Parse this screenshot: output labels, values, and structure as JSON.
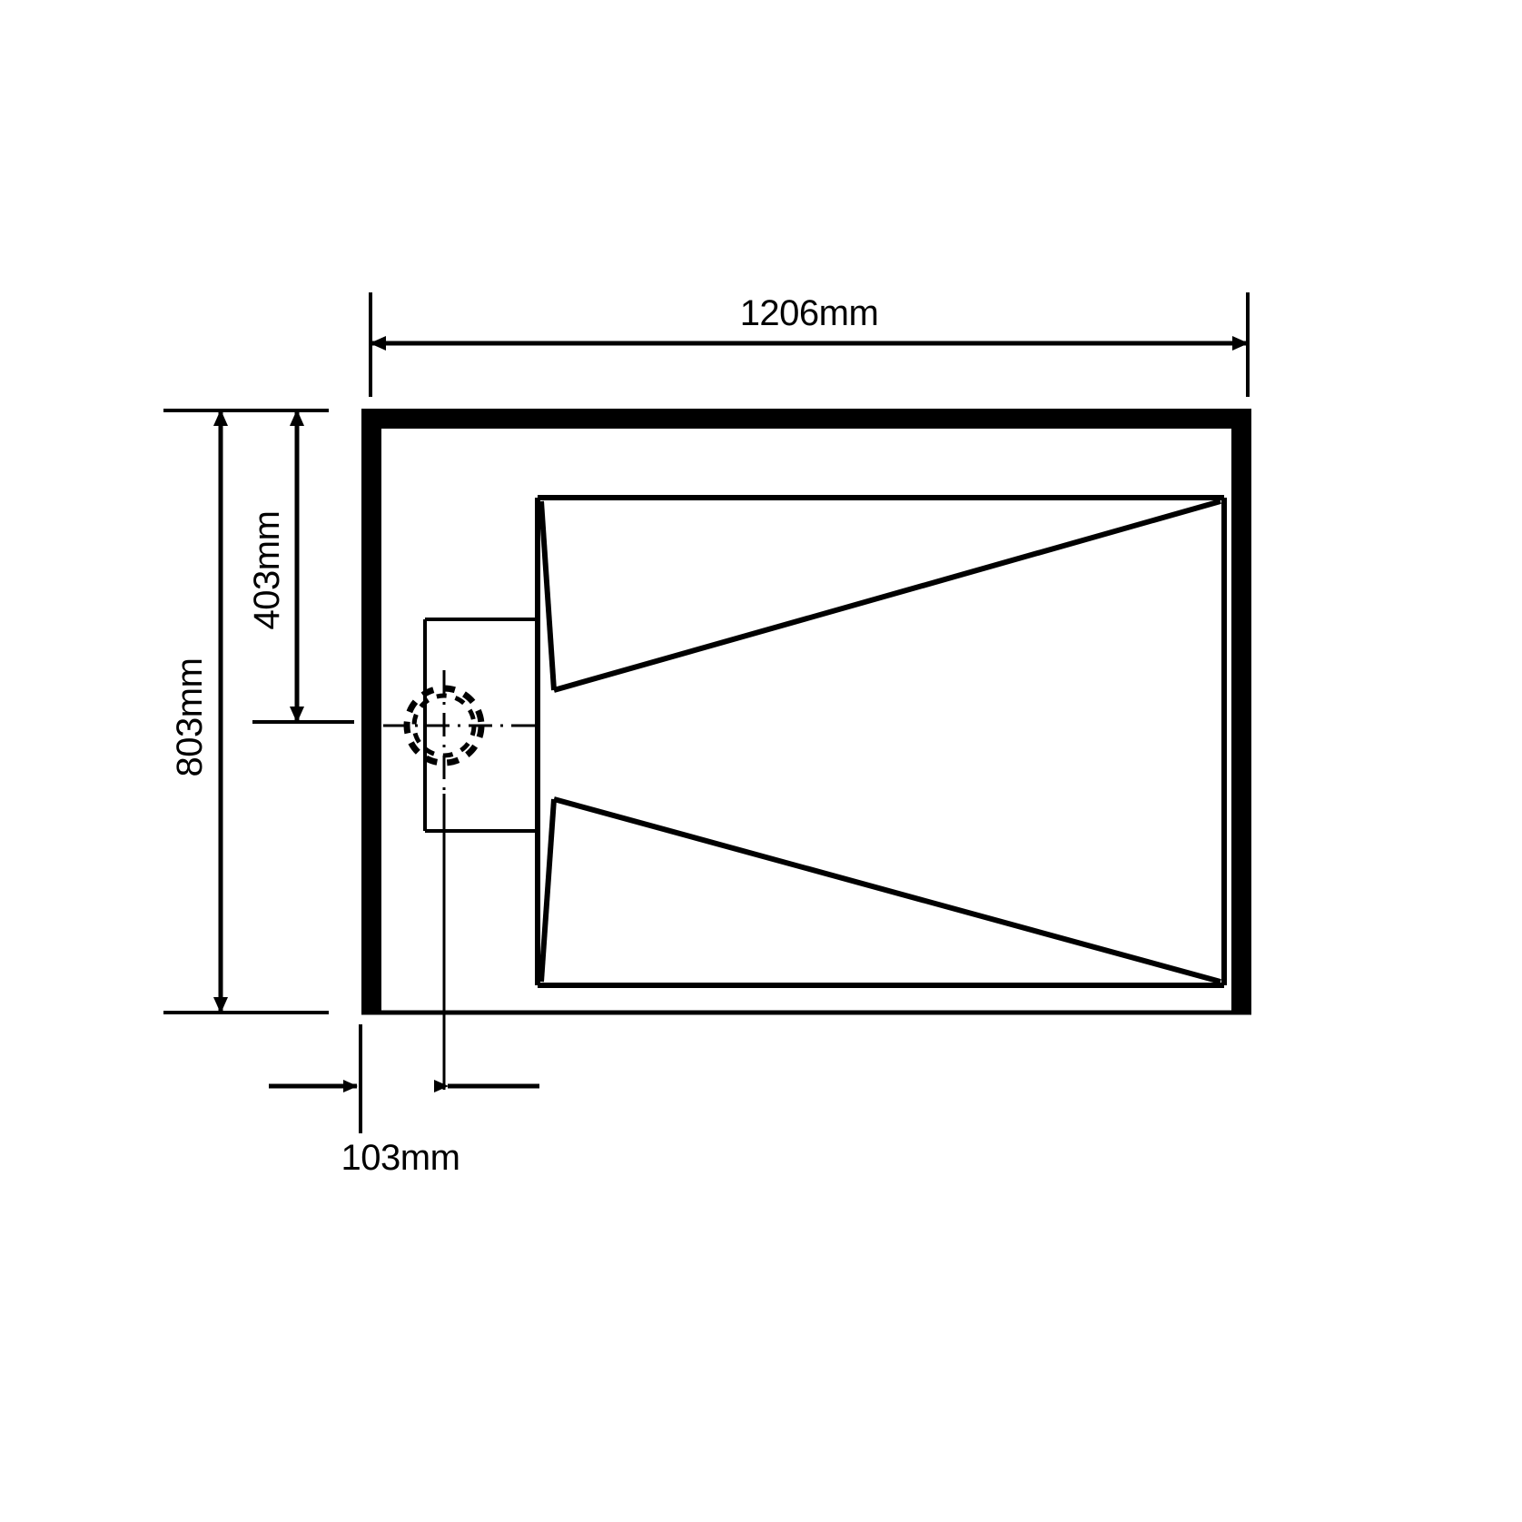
{
  "drawing": {
    "type": "engineering-plan-view",
    "subject": "rectangular shower tray plan with offset drain",
    "units": "mm",
    "background_color": "#ffffff",
    "line_color": "#000000",
    "dimensions": {
      "width": {
        "label": "1206mm",
        "value": 1206,
        "orientation": "horizontal",
        "position": "top",
        "arrow_style": "double-ended-inward"
      },
      "overall_depth": {
        "label": "803mm",
        "value": 803,
        "orientation": "vertical-rotated",
        "position": "left-outer",
        "arrow_style": "double-ended-outward"
      },
      "drain_offset_vertical": {
        "label": "403mm",
        "value": 403,
        "orientation": "vertical-rotated",
        "position": "left-inner",
        "arrow_style": "double-ended"
      },
      "drain_offset_horizontal": {
        "label": "103mm",
        "value": 103,
        "orientation": "horizontal",
        "position": "bottom",
        "arrow_style": "outside-arrows-inward"
      }
    },
    "features": {
      "outer_frame": "thick black rim on top, left and right with thin bottom and right edge line",
      "inner_tray": "rectangular recessed tray with sloped fall lines",
      "waste_outlet": "dashed circle with dash-dot centre cross lines",
      "waste_housing": "rectangular box surrounding the drain on the left side"
    }
  }
}
